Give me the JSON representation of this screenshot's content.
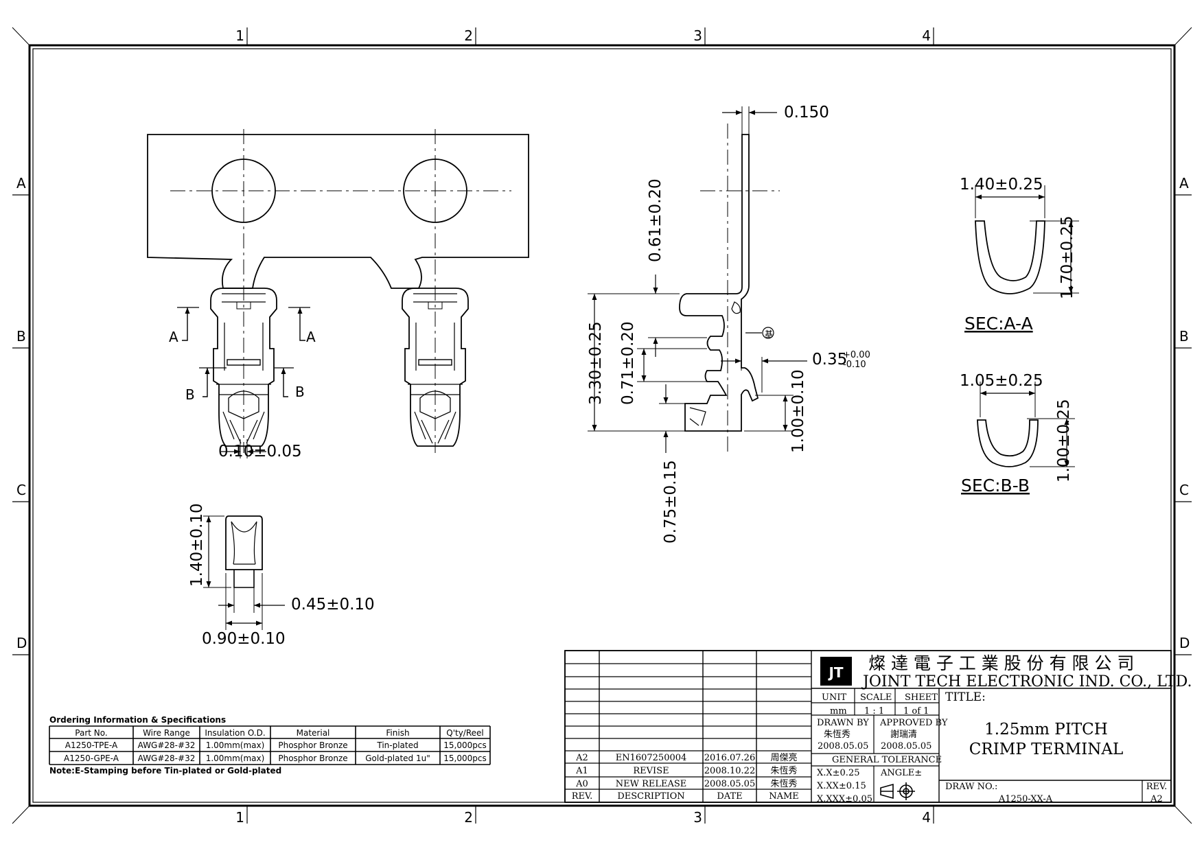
{
  "frame": {
    "zones_top": [
      "1",
      "2",
      "3",
      "4"
    ],
    "zones_bottom": [
      "1",
      "2",
      "3",
      "4"
    ],
    "rows_left": [
      "A",
      "B",
      "C",
      "D"
    ],
    "rows_right": [
      "A",
      "B",
      "C",
      "D"
    ]
  },
  "drawing": {
    "front": {
      "section_a": "A",
      "section_b": "B",
      "dim_thickness": "0.10±0.05"
    },
    "bottom": {
      "dim_height": "1.40±0.10",
      "dim_tab": "0.45±0.10",
      "dim_width": "0.90±0.10"
    },
    "side": {
      "dim_top": "0.150",
      "dim_tab_height": "0.61±0.20",
      "dim_total": "3.30±0.25",
      "dim_mid": "0.71±0.20",
      "dim_slot_main": "0.35",
      "dim_slot_upper": "+0.00",
      "dim_slot_lower": "-0.10",
      "dim_tail": "1.00±0.10",
      "dim_bottom": "0.75±0.15",
      "datum_mark": "基"
    },
    "sec_aa": {
      "label": "SEC:A-A",
      "dim_width": "1.40±0.25",
      "dim_height": "1.70±0.25"
    },
    "sec_bb": {
      "label": "SEC:B-B",
      "dim_width": "1.05±0.25",
      "dim_height": "1.00±0.25"
    }
  },
  "ordering": {
    "title": "Ordering Information & Specifications",
    "headers": [
      "Part No.",
      "Wire Range",
      "Insulation O.D.",
      "Material",
      "Finish",
      "Q'ty/Reel"
    ],
    "rows": [
      [
        "A1250-TPE-A",
        "AWG#28-#32",
        "1.00mm(max)",
        "Phosphor Bronze",
        "Tin-plated",
        "15,000pcs"
      ],
      [
        "A1250-GPE-A",
        "AWG#28-#32",
        "1.00mm(max)",
        "Phosphor Bronze",
        "Gold-plated 1u\"",
        "15,000pcs"
      ]
    ],
    "note": "Note:E-Stamping before Tin-plated or Gold-plated"
  },
  "titleblock": {
    "company_cn": "燦 達 電 子 工 業 股 份 有 限 公 司",
    "company_en": "JOINT TECH ELECTRONIC IND. CO., LTD.",
    "logo_text": "JT",
    "unit_label": "UNIT",
    "unit_value": "mm",
    "scale_label": "SCALE",
    "scale_value": "1 : 1",
    "sheet_label": "SHEET",
    "sheet_value": "1 of 1",
    "title_label": "TITLE:",
    "title_line1": "1.25mm PITCH",
    "title_line2": "CRIMP TERMINAL",
    "drawn_label": "DRAWN BY",
    "drawn_name": "朱恆秀",
    "drawn_date": "2008.05.05",
    "approved_label": "APPROVED BY",
    "approved_name": "謝瑞清",
    "approved_date": "2008.05.05",
    "tol_label": "GENERAL TOLERANCE",
    "tol_1": "X.X±0.25",
    "tol_2": "X.XX±0.15",
    "tol_3": "X.XXX±0.05",
    "angle_label": "ANGLE±",
    "drawno_label": "DRAW NO.:",
    "drawno_value": "A1250-XX-A",
    "rev_label": "REV.",
    "rev_value": "A2",
    "revisions": [
      [
        "A2",
        "EN1607250004",
        "2016.07.26",
        "周傑亮"
      ],
      [
        "A1",
        "REVISE",
        "2008.10.22",
        "朱恆秀"
      ],
      [
        "A0",
        "NEW RELEASE",
        "2008.05.05",
        "朱恆秀"
      ]
    ],
    "rev_headers": [
      "REV.",
      "DESCRIPTION",
      "DATE",
      "NAME"
    ]
  }
}
